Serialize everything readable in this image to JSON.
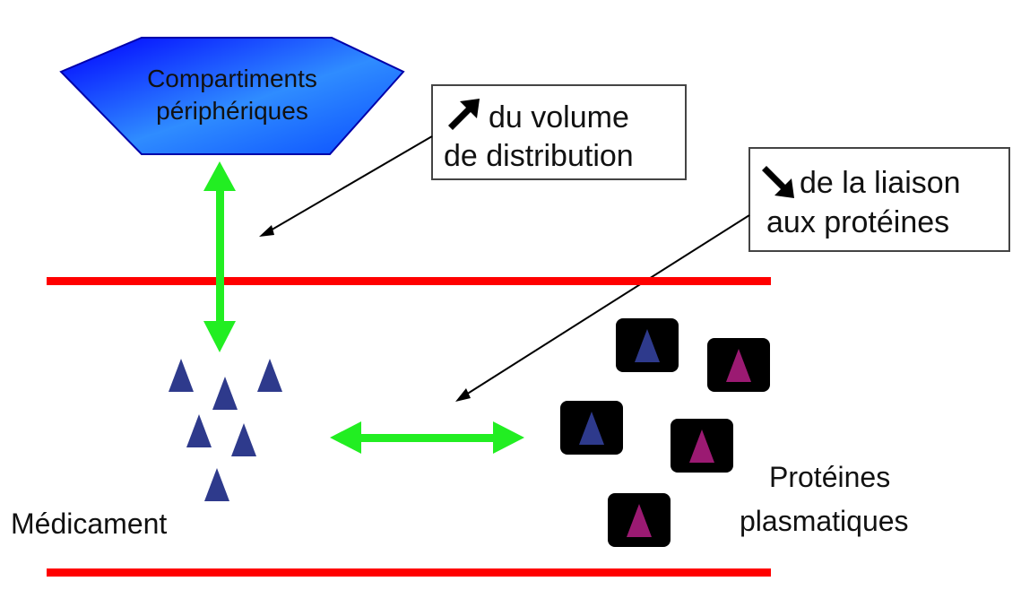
{
  "labels": {
    "compartments_line1": "Compartiments",
    "compartments_line2": "périphériques",
    "volume_line1": "du volume",
    "volume_line2": "de distribution",
    "binding_line1": "de la liaison",
    "binding_line2": "aux protéines",
    "drug": "Médicament",
    "proteins_line1": "Protéines",
    "proteins_line2": "plasmatiques"
  },
  "icons": {
    "increase": "arrow-up-right-icon",
    "decrease": "arrow-down-right-icon"
  },
  "colors": {
    "compartment_fill_top": "#0a0aff",
    "compartment_fill_mid": "#2f8cff",
    "membrane": "#ff0000",
    "exchange_arrow": "#22ee22",
    "drug": "#2e3a8c",
    "bound_drug": "#9b1a72",
    "protein_box": "#000000",
    "annotation_arrow": "#000000"
  }
}
